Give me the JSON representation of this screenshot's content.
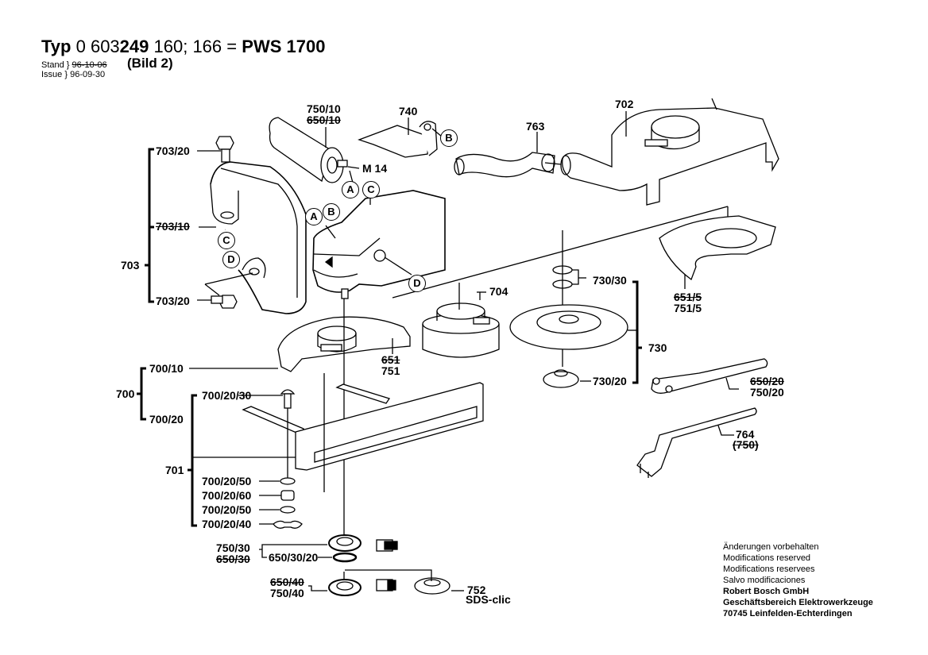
{
  "header": {
    "typ_label": "Typ",
    "typ_number_prefix": "0 603",
    "typ_number_bold": "249",
    "typ_variants": "160; 166",
    "equals": "=",
    "model": "PWS 1700",
    "stand_label": "Stand",
    "issue_label": "Issue",
    "stand_date_old": "96-10-06",
    "issue_date": "96-09-30",
    "bild": "(Bild 2)"
  },
  "parts": {
    "p703_20_top": "703/20",
    "p703_10": "703/10",
    "p703": "703",
    "p703_20_bottom": "703/20",
    "p750_10": "750/10",
    "p650_10": "650/10",
    "m14": "M 14",
    "p740": "740",
    "p763": "763",
    "p702": "702",
    "p704": "704",
    "p651": "651",
    "p751": "751",
    "p651_5": "651/5",
    "p751_5": "751/5",
    "p730_30": "730/30",
    "p730": "730",
    "p730_20": "730/20",
    "p650_20": "650/20",
    "p750_20": "750/20",
    "p764": "764",
    "p750_paren": "(750)",
    "p700_10": "700/10",
    "p700": "700",
    "p700_20_30": "700/20/30",
    "p700_20": "700/20",
    "p701": "701",
    "p700_20_50a": "700/20/50",
    "p700_20_60": "700/20/60",
    "p700_20_50b": "700/20/50",
    "p700_20_40": "700/20/40",
    "p750_30": "750/30",
    "p650_30": "650/30",
    "p650_30_20": "650/30/20",
    "p650_40": "650/40",
    "p750_40": "750/40",
    "p752": "752",
    "sds_clic": "SDS-clic"
  },
  "markers": {
    "a1": "A",
    "c1": "C",
    "b1": "B",
    "a2": "A",
    "b2": "B",
    "c2": "C",
    "d1": "D",
    "d2": "D"
  },
  "footer": {
    "line1": "Änderungen vorbehalten",
    "line2": "Modifications reserved",
    "line3": "Modifications reservees",
    "line4": "Salvo modificaciones",
    "line5": "Robert Bosch GmbH",
    "line6": "Geschäftsbereich Elektrowerkzeuge",
    "line7": "70745 Leinfelden-Echterdingen"
  }
}
